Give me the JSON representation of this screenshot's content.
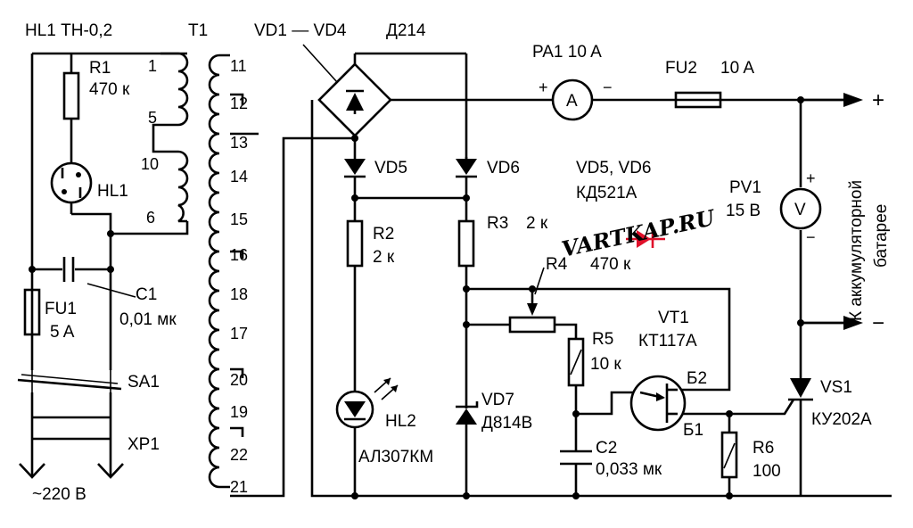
{
  "labels": {
    "hl1_header": "HL1 ТН-0,2",
    "t1": "T1",
    "vd1_vd4": "VD1 — VD4",
    "vd1_vd4_type": "Д214",
    "pa1": "PA1 10 A",
    "fu2": "FU2",
    "fu2_value": "10 A",
    "r1": "R1",
    "r1_value": "470 к",
    "hl1": "HL1",
    "c1": "C1",
    "c1_value": "0,01 мк",
    "fu1": "FU1",
    "fu1_value": "5 A",
    "sa1": "SA1",
    "xp1": "XP1",
    "mains": "~220 В",
    "vd5": "VD5",
    "vd6": "VD6",
    "vd56_header": "VD5, VD6",
    "vd56_type": "КД521А",
    "r2": "R2",
    "r2_value": "2 к",
    "r3": "R3",
    "r3_value": "2 к",
    "r4": "R4",
    "r4_value": "470 к",
    "pv1": "PV1",
    "pv1_value": "15 В",
    "vt1": "VT1",
    "vt1_type": "КТ117А",
    "r5": "R5",
    "r5_value": "10 к",
    "b2": "Б2",
    "b1": "Б1",
    "vs1": "VS1",
    "vs1_type": "КУ202А",
    "hl2": "HL2",
    "hl2_type": "АЛ307КМ",
    "vd7": "VD7",
    "vd7_type": "Д814В",
    "c2": "C2",
    "c2_value": "0,033 мк",
    "r6": "R6",
    "r6_value": "100",
    "battery_line1": "К аккумуляторной",
    "battery_line2": "батарее",
    "plus_terminal": "+",
    "minus_terminal": "−",
    "ammeter_symbol": "A",
    "voltmeter_symbol": "V",
    "pa1_plus": "+",
    "pa1_minus": "−",
    "pv1_plus": "+",
    "pv1_minus": "−",
    "watermark": "VARTKAP.RU"
  },
  "pins_primary": [
    "1",
    "5",
    "10",
    "6"
  ],
  "pins_secondary": [
    "11",
    "12",
    "13",
    "14",
    "15",
    "16",
    "18",
    "17",
    "20",
    "19",
    "22",
    "21"
  ],
  "colors": {
    "wire": "#000000",
    "watermark_accent": "#e0102a"
  }
}
